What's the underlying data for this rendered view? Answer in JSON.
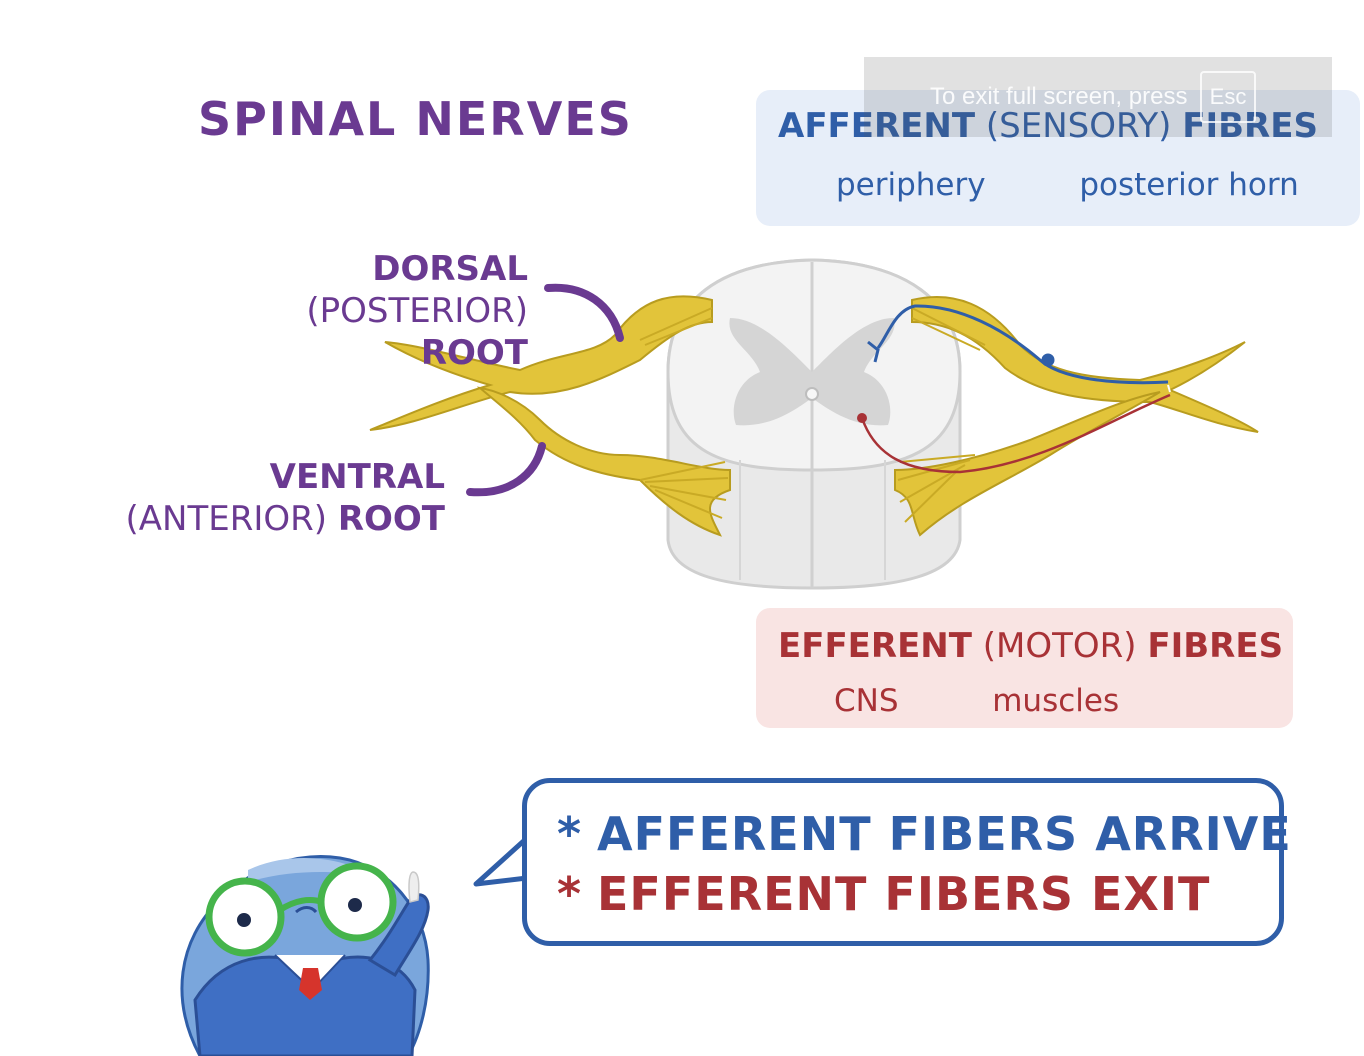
{
  "title": "SPINAL NERVES",
  "dorsal": {
    "line1": "DORSAL",
    "paren": "(POSTERIOR)",
    "root": "ROOT"
  },
  "ventral": {
    "line1": "VENTRAL",
    "paren": "(ANTERIOR)",
    "root": "ROOT"
  },
  "afferent_box": {
    "word1": "AFFERENT",
    "paren": "(SENSORY)",
    "word2": "FIBRES",
    "from": "periphery",
    "to": "posterior horn"
  },
  "efferent_box": {
    "word1": "EFFERENT",
    "paren": "(MOTOR)",
    "word2": "FIBRES",
    "from": "CNS",
    "to": "muscles"
  },
  "fullscreen_toast": {
    "message": "To exit full screen, press",
    "key": "Esc"
  },
  "speech_bubble": {
    "star": "*",
    "line1": "AFFERENT FIBERS ARRIVE",
    "line2": "EFFERENT FIBERS EXIT"
  },
  "colors": {
    "title_purple": "#6a3a91",
    "afferent_blue": "#2f5ea8",
    "efferent_red": "#a83236",
    "nerve_yellow": "#e2c43a",
    "cord_grey": "#e6e6e6"
  }
}
